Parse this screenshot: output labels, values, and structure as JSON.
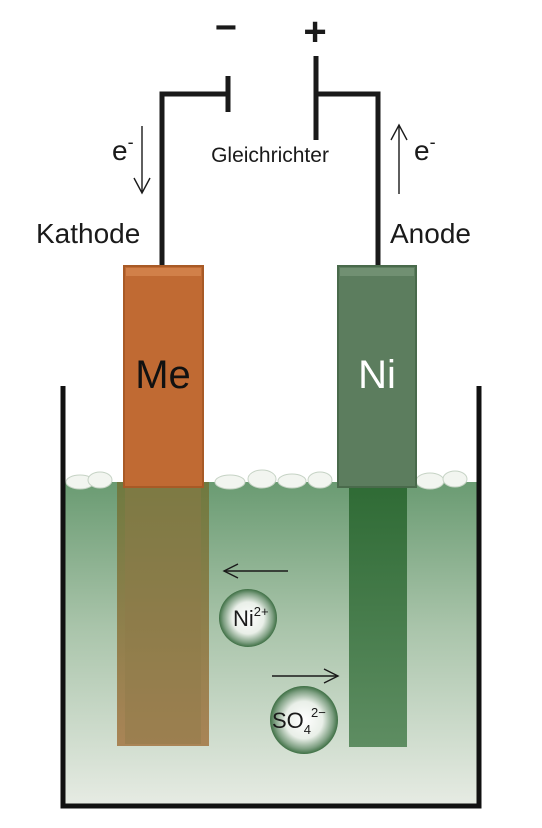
{
  "power": {
    "minus": "−",
    "plus": "+",
    "label": "Gleichrichter"
  },
  "electrons": {
    "left": {
      "base": "e",
      "sup": "-"
    },
    "right": {
      "base": "e",
      "sup": "-"
    }
  },
  "cathode": {
    "label": "Kathode",
    "metal": "Me"
  },
  "anode": {
    "label": "Anode",
    "metal": "Ni"
  },
  "ions": {
    "nickel": {
      "base": "Ni",
      "sup": "2+"
    },
    "sulfate": {
      "base": "SO",
      "sub": "4",
      "sup": "2−"
    }
  },
  "colors": {
    "cathode": "#b9652f",
    "anode": "#5a7a5c",
    "electrolyte_top": "#6c9c74",
    "electrolyte_bottom": "#e4eae2",
    "ion_sphere": "#3f7a45",
    "wire": "#1a1a1a"
  }
}
